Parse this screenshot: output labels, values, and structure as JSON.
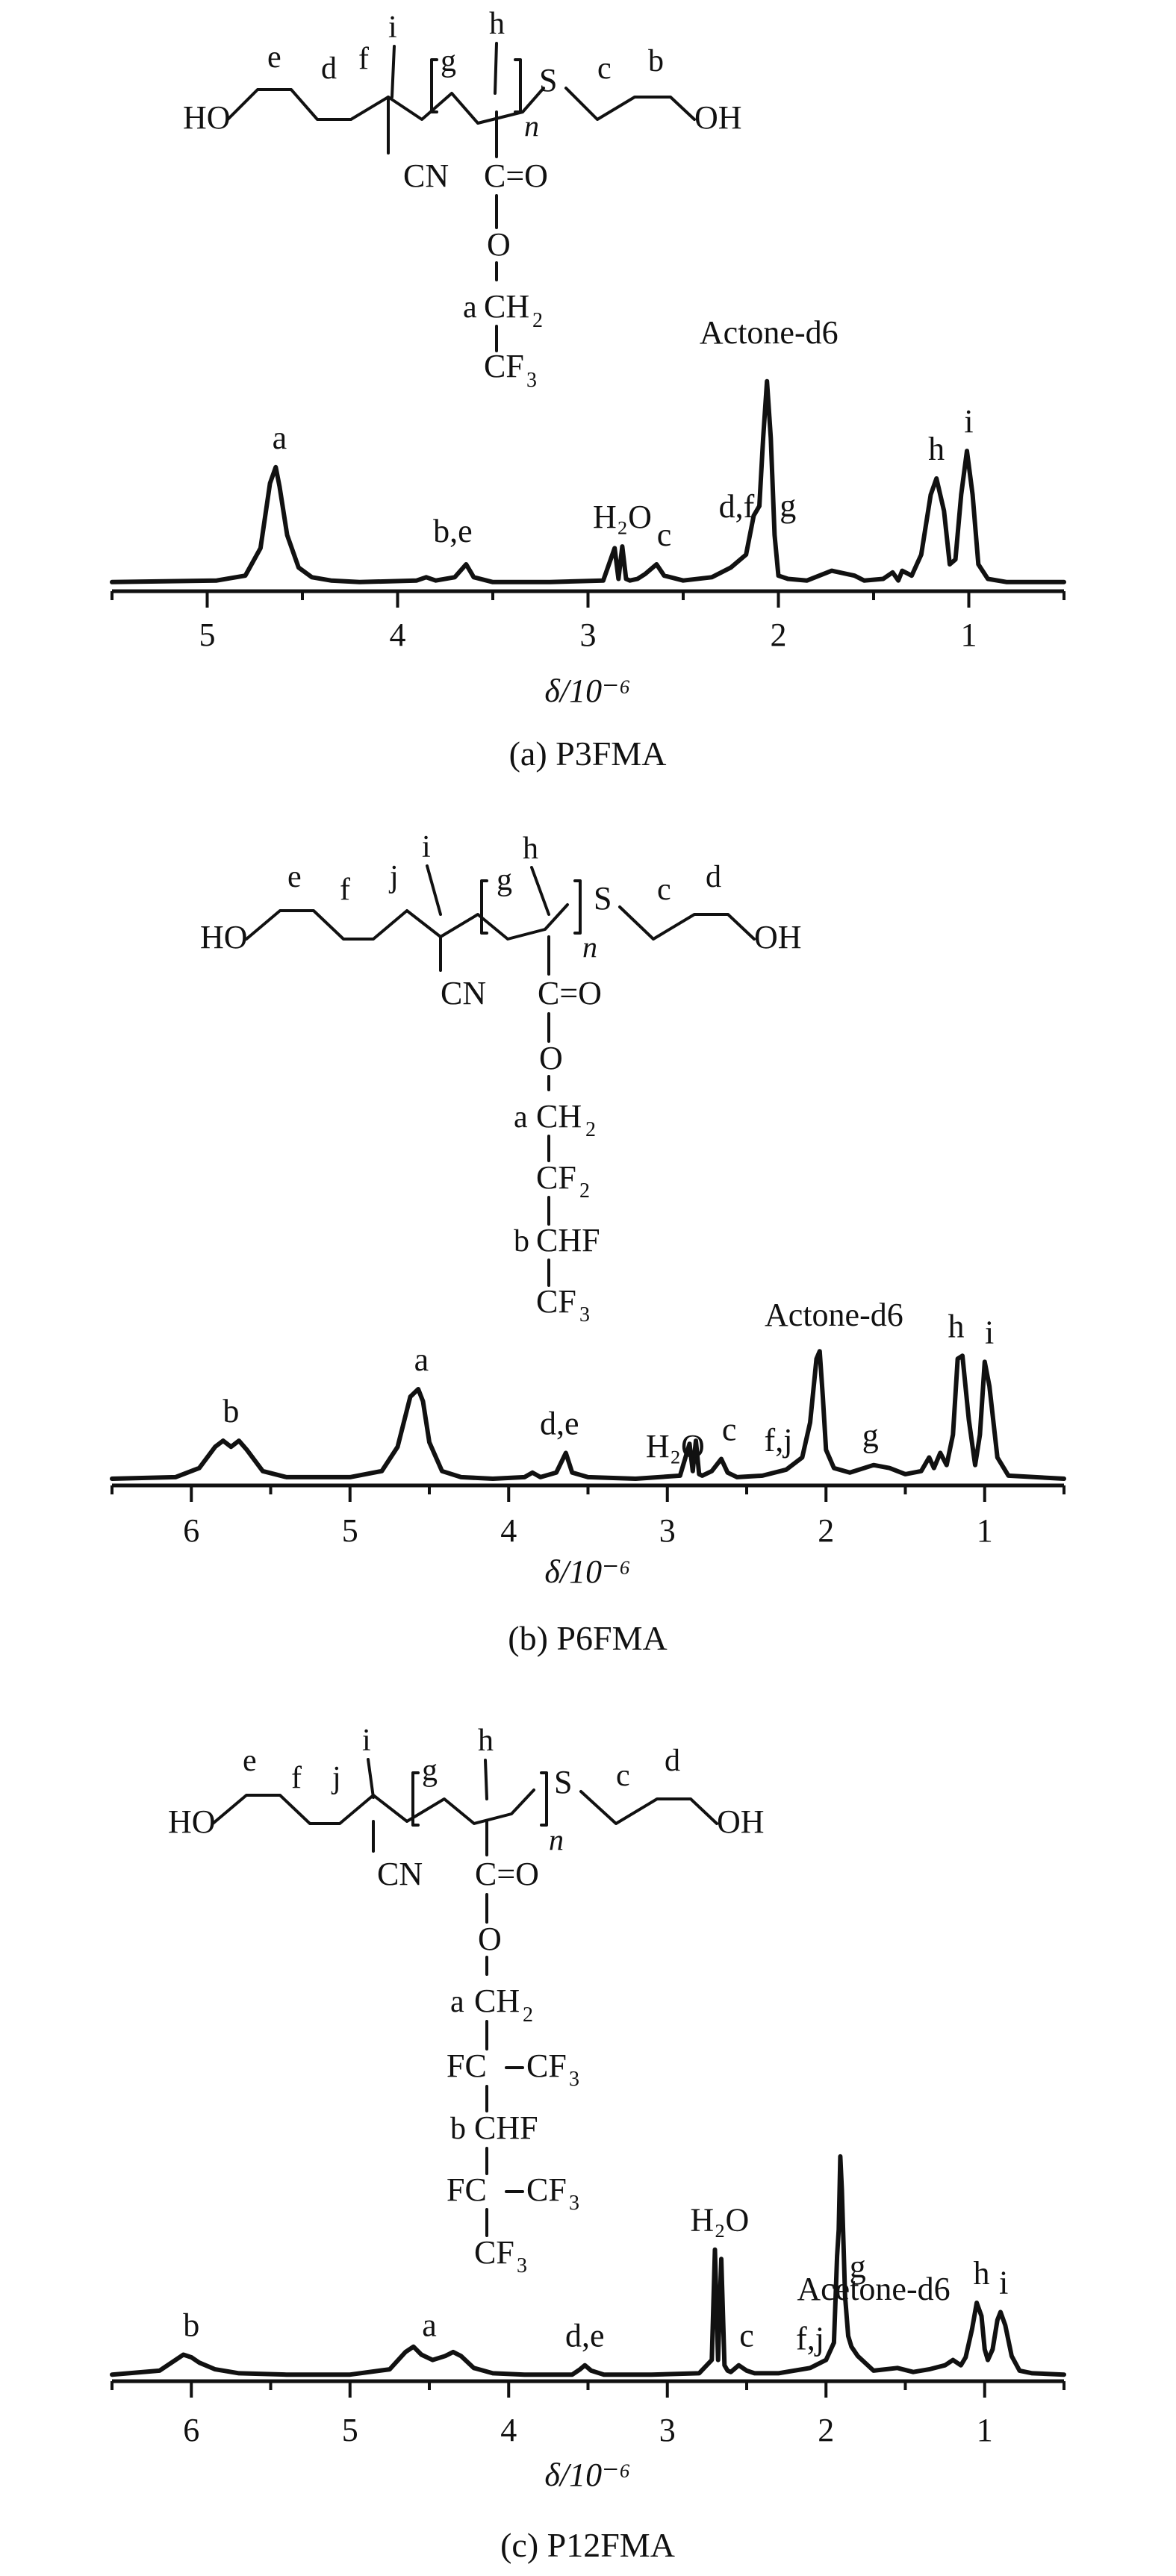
{
  "chart_data": [
    {
      "type": "line",
      "caption": "(a) P3FMA",
      "xlabel": "δ/10⁻⁶",
      "xlim": [
        5.5,
        0.5
      ],
      "x_ticks": [
        5,
        4,
        3,
        2,
        1
      ],
      "structure": {
        "letters": [
          "e",
          "d",
          "f",
          "i",
          "g",
          "h",
          "c",
          "b",
          "a"
        ],
        "groups": [
          "HO",
          "CN",
          "S",
          "OH",
          "C=O",
          "O",
          "CH",
          "2",
          "CF",
          "3",
          "n"
        ]
      },
      "series": [
        {
          "x": [
            5.5,
            4.95,
            4.8,
            4.72,
            4.67,
            4.64,
            4.62,
            4.58,
            4.52,
            4.45,
            4.35,
            4.2,
            3.9,
            3.85,
            3.8,
            3.7,
            3.64,
            3.6,
            3.5,
            3.2,
            2.92,
            2.86,
            2.84,
            2.82,
            2.8,
            2.78,
            2.74,
            2.7,
            2.64,
            2.6,
            2.5,
            2.35,
            2.25,
            2.17,
            2.13,
            2.1,
            2.08,
            2.06,
            2.04,
            2.02,
            2.0,
            1.95,
            1.85,
            1.72,
            1.6,
            1.55,
            1.45,
            1.4,
            1.37,
            1.35,
            1.3,
            1.25,
            1.2,
            1.17,
            1.13,
            1.1,
            1.07,
            1.04,
            1.01,
            0.98,
            0.95,
            0.9,
            0.8,
            0.5
          ],
          "y": [
            1,
            2,
            5,
            22,
            62,
            72,
            60,
            30,
            10,
            4,
            2,
            1,
            2,
            4,
            2,
            4,
            12,
            4,
            1,
            1,
            2,
            22,
            3,
            23,
            3,
            2,
            3,
            6,
            12,
            5,
            2,
            4,
            10,
            18,
            42,
            48,
            90,
            125,
            90,
            30,
            5,
            3,
            2,
            8,
            5,
            2,
            3,
            7,
            2,
            8,
            5,
            18,
            55,
            65,
            45,
            12,
            15,
            55,
            82,
            55,
            12,
            3,
            1,
            1
          ]
        }
      ],
      "annotations": [
        {
          "text": "a",
          "x": 4.62
        },
        {
          "text": "b,e",
          "x": 3.71
        },
        {
          "text": "H₂O",
          "x": 2.82
        },
        {
          "text": "c",
          "x": 2.6
        },
        {
          "text": "d,f",
          "x": 2.22
        },
        {
          "text": "g",
          "x": 1.95
        },
        {
          "text": "Actone-d6",
          "x": 2.05
        },
        {
          "text": "h",
          "x": 1.17
        },
        {
          "text": "i",
          "x": 1.0
        }
      ]
    },
    {
      "type": "line",
      "caption": "(b) P6FMA",
      "xlabel": "δ/10⁻⁶",
      "xlim": [
        6.5,
        0.5
      ],
      "x_ticks": [
        6,
        5,
        4,
        3,
        2,
        1
      ],
      "structure": {
        "letters": [
          "e",
          "f",
          "j",
          "i",
          "g",
          "h",
          "c",
          "d",
          "a",
          "b"
        ],
        "groups": [
          "HO",
          "CN",
          "S",
          "OH",
          "C=O",
          "O",
          "CH",
          "2",
          "CF",
          "2",
          "CHF",
          "CF",
          "3",
          "n"
        ]
      },
      "series": [
        {
          "x": [
            6.5,
            6.1,
            5.95,
            5.85,
            5.8,
            5.75,
            5.7,
            5.65,
            5.55,
            5.4,
            5.0,
            4.8,
            4.7,
            4.62,
            4.57,
            4.54,
            4.5,
            4.42,
            4.3,
            4.1,
            3.9,
            3.85,
            3.8,
            3.7,
            3.64,
            3.6,
            3.5,
            3.2,
            2.92,
            2.86,
            2.84,
            2.82,
            2.8,
            2.78,
            2.72,
            2.66,
            2.62,
            2.56,
            2.4,
            2.25,
            2.15,
            2.1,
            2.06,
            2.04,
            2.02,
            2.0,
            1.95,
            1.85,
            1.7,
            1.6,
            1.5,
            1.4,
            1.35,
            1.32,
            1.28,
            1.24,
            1.2,
            1.17,
            1.14,
            1.1,
            1.06,
            1.03,
            1.0,
            0.97,
            0.92,
            0.85,
            0.5
          ],
          "y": [
            1,
            2,
            8,
            22,
            26,
            22,
            26,
            20,
            6,
            2,
            2,
            6,
            22,
            55,
            60,
            52,
            25,
            6,
            2,
            1,
            2,
            5,
            2,
            5,
            18,
            5,
            2,
            1,
            3,
            24,
            6,
            26,
            4,
            3,
            6,
            14,
            5,
            2,
            3,
            7,
            15,
            38,
            80,
            85,
            55,
            20,
            8,
            5,
            10,
            8,
            4,
            6,
            15,
            8,
            18,
            10,
            30,
            80,
            82,
            40,
            10,
            30,
            78,
            62,
            15,
            3,
            1
          ]
        }
      ],
      "annotations": [
        {
          "text": "b",
          "x": 5.75
        },
        {
          "text": "a",
          "x": 4.55
        },
        {
          "text": "d,e",
          "x": 3.68
        },
        {
          "text": "H₂O",
          "x": 2.95
        },
        {
          "text": "c",
          "x": 2.61
        },
        {
          "text": "f,j",
          "x": 2.3
        },
        {
          "text": "g",
          "x": 1.72
        },
        {
          "text": "Actone-d6",
          "x": 1.95
        },
        {
          "text": "h",
          "x": 1.18
        },
        {
          "text": "i",
          "x": 0.97
        }
      ]
    },
    {
      "type": "line",
      "caption": "(c) P12FMA",
      "xlabel": "δ/10⁻⁶",
      "xlim": [
        6.5,
        0.5
      ],
      "x_ticks": [
        6,
        5,
        4,
        3,
        2,
        1
      ],
      "structure": {
        "letters": [
          "e",
          "f",
          "j",
          "i",
          "g",
          "h",
          "c",
          "d",
          "a",
          "b"
        ],
        "groups": [
          "HO",
          "CN",
          "S",
          "OH",
          "C=O",
          "O",
          "CH",
          "2",
          "FC",
          "CF",
          "3",
          "CHF",
          "FC",
          "CF",
          "3",
          "CF",
          "3",
          "n"
        ]
      },
      "series": [
        {
          "x": [
            6.5,
            6.2,
            6.1,
            6.05,
            6.0,
            5.95,
            5.85,
            5.7,
            5.4,
            5.0,
            4.75,
            4.65,
            4.6,
            4.55,
            4.48,
            4.4,
            4.35,
            4.3,
            4.22,
            4.1,
            3.9,
            3.6,
            3.55,
            3.52,
            3.48,
            3.4,
            3.1,
            2.8,
            2.72,
            2.7,
            2.68,
            2.66,
            2.64,
            2.62,
            2.6,
            2.55,
            2.5,
            2.45,
            2.3,
            2.1,
            2.0,
            1.95,
            1.93,
            1.92,
            1.91,
            1.9,
            1.88,
            1.86,
            1.84,
            1.8,
            1.7,
            1.55,
            1.45,
            1.35,
            1.25,
            1.2,
            1.15,
            1.12,
            1.08,
            1.05,
            1.02,
            1.0,
            0.98,
            0.95,
            0.92,
            0.9,
            0.87,
            0.83,
            0.78,
            0.7,
            0.5
          ],
          "y": [
            1,
            4,
            12,
            16,
            14,
            10,
            5,
            2,
            1,
            1,
            5,
            18,
            22,
            16,
            12,
            15,
            18,
            15,
            6,
            2,
            1,
            1,
            5,
            8,
            4,
            1,
            1,
            2,
            12,
            95,
            12,
            88,
            8,
            4,
            3,
            8,
            4,
            2,
            2,
            6,
            12,
            25,
            90,
            110,
            165,
            140,
            60,
            30,
            22,
            15,
            4,
            6,
            3,
            5,
            8,
            12,
            8,
            14,
            35,
            55,
            45,
            20,
            12,
            20,
            42,
            48,
            38,
            15,
            4,
            2,
            1
          ]
        }
      ],
      "annotations": [
        {
          "text": "b",
          "x": 6.0
        },
        {
          "text": "a",
          "x": 4.5
        },
        {
          "text": "d,e",
          "x": 3.52
        },
        {
          "text": "H₂O",
          "x": 2.67
        },
        {
          "text": "c",
          "x": 2.5
        },
        {
          "text": "f,j",
          "x": 2.1
        },
        {
          "text": "g",
          "x": 1.8
        },
        {
          "text": "Acetone-d6",
          "x": 1.7
        },
        {
          "text": "h",
          "x": 1.02
        },
        {
          "text": "i",
          "x": 0.88
        }
      ]
    }
  ]
}
